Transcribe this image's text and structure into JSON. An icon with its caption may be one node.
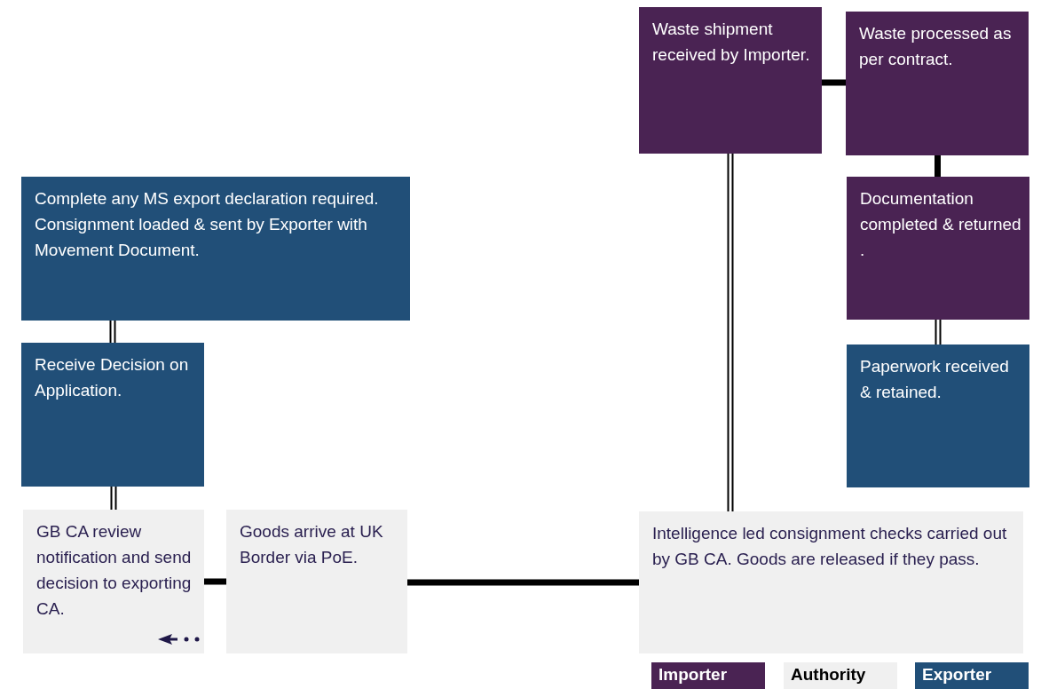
{
  "diagram": {
    "nodes": [
      {
        "text": [
          "Waste shipment received by Importer."
        ]
      },
      {
        "text": [
          "Waste processed as per contract."
        ]
      },
      {
        "text": [
          "Complete any MS export declaration required. Consignment loaded & sent by Exporter with Movement Document."
        ]
      },
      {
        "text": [
          "Documentation completed & returned ."
        ]
      },
      {
        "text": [
          "Receive Decision on Application."
        ]
      },
      {
        "text": [
          "Paperwork received & retained."
        ]
      },
      {
        "text": [
          "GB CA review notification and send decision to exporting CA."
        ]
      },
      {
        "text": [
          "Goods arrive at UK Border via PoE."
        ]
      },
      {
        "text": [
          "Intelligence led consignment checks carried out by GB CA. Goods are released if they pass."
        ]
      }
    ],
    "edges": [
      {
        "from": 0,
        "to": 1,
        "arrow": "none",
        "style": "thick"
      },
      {
        "from": 1,
        "to": 3,
        "arrow": "none",
        "style": "thick"
      },
      {
        "from": 3,
        "to": 5,
        "arrow": "none"
      },
      {
        "from": 0,
        "to": 8,
        "arrow": "none"
      },
      {
        "from": 2,
        "to": 4,
        "arrow": "none"
      },
      {
        "from": 4,
        "to": 6,
        "arrow": "none"
      },
      {
        "from": 6,
        "to": 7,
        "arrow": "none",
        "style": "thick"
      },
      {
        "from": 7,
        "to": 8,
        "arrow": "none",
        "style": "thick"
      }
    ],
    "legend": [
      {
        "text": "Importer",
        "color": "#4a2353"
      },
      {
        "text": "Authority",
        "color": "#f0f0f0"
      },
      {
        "text": "Exporter",
        "color": "#214f78"
      }
    ]
  }
}
